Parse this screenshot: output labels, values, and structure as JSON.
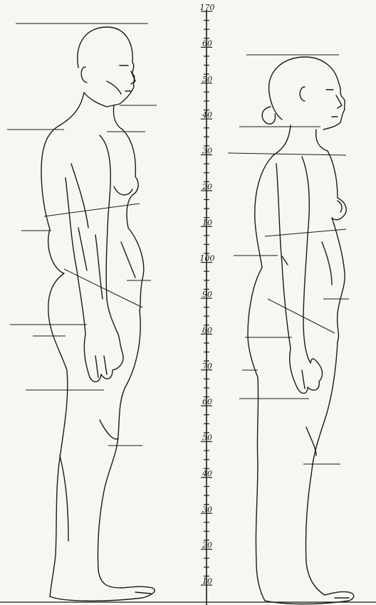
{
  "scale": {
    "labels": [
      "170",
      "60",
      "50",
      "40",
      "30",
      "20",
      "10",
      "100",
      "90",
      "80",
      "70",
      "60",
      "50",
      "40",
      "30",
      "20",
      "10"
    ]
  },
  "figures": {
    "male": {
      "view": "side",
      "facing": "right"
    },
    "female": {
      "view": "side",
      "facing": "right"
    }
  },
  "colors": {
    "ink": "#1a1a1a",
    "paper": "#f7f6f3"
  }
}
